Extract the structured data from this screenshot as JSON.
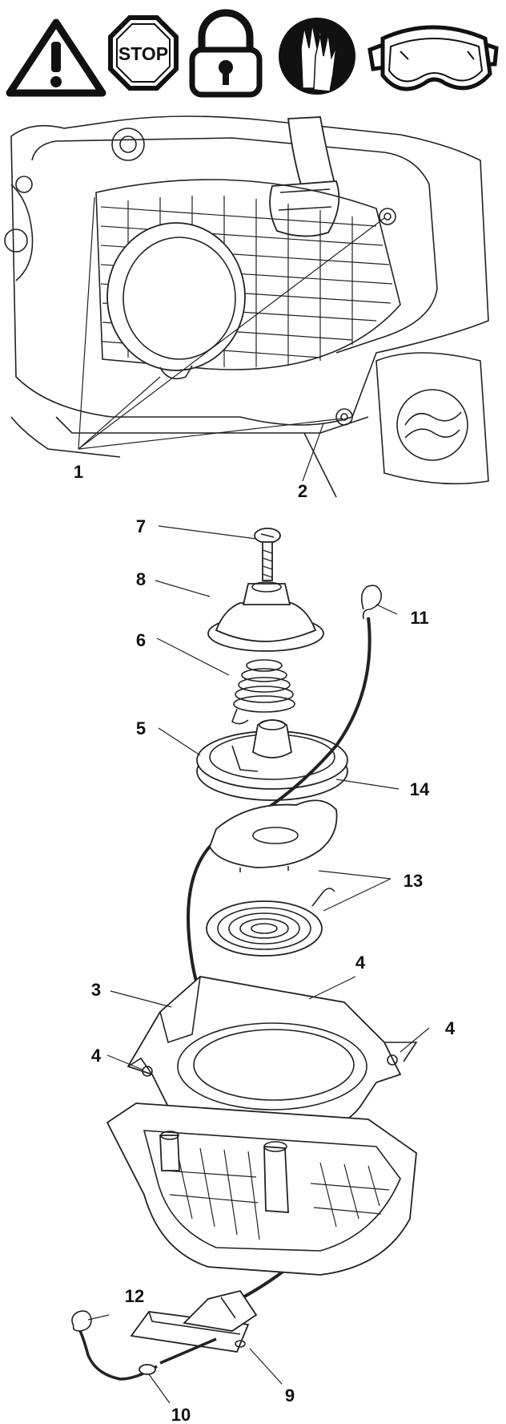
{
  "warning_icons": [
    {
      "icon": "warning-triangle-icon"
    },
    {
      "icon": "stop-sign-icon",
      "label": "STOP"
    },
    {
      "icon": "padlock-icon"
    },
    {
      "icon": "gloves-icon"
    },
    {
      "icon": "safety-goggles-icon"
    }
  ],
  "callouts": {
    "c1": "1",
    "c2": "2",
    "c3": "3",
    "c4a": "4",
    "c4b": "4",
    "c4c": "4",
    "c5": "5",
    "c6": "6",
    "c7": "7",
    "c8": "8",
    "c9": "9",
    "c10": "10",
    "c11": "11",
    "c12": "12",
    "c13": "13",
    "c14": "14"
  }
}
